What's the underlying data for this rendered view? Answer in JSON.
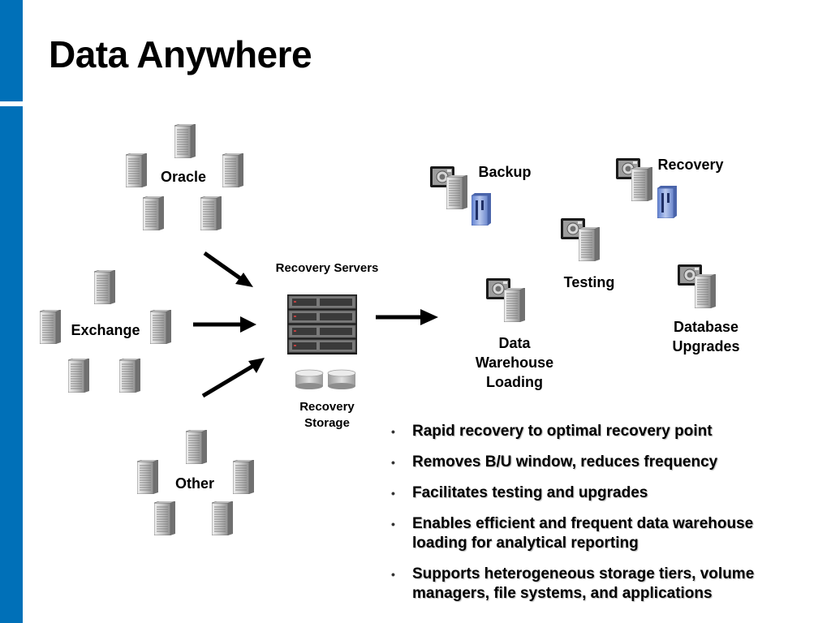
{
  "title": "Data Anywhere",
  "sources": {
    "oracle": "Oracle",
    "exchange": "Exchange",
    "other": "Other"
  },
  "center": {
    "servers_label": "Recovery Servers",
    "storage_label": "Recovery Storage"
  },
  "destinations": {
    "backup": "Backup",
    "recovery": "Recovery",
    "testing": "Testing",
    "data_warehouse": "Data Warehouse Loading",
    "database_upgrades": "Database Upgrades"
  },
  "bullets": [
    "Rapid recovery to optimal recovery point",
    "Removes B/U window, reduces frequency",
    "Facilitates testing and upgrades",
    "Enables efficient and frequent data warehouse loading for analytical reporting",
    "Supports heterogeneous storage tiers, volume managers, file systems, and applications"
  ],
  "colors": {
    "sidebar": "#0070b8",
    "tape": "#7b96d6"
  },
  "icons": [
    "server-icon",
    "server-rack-icon",
    "disk-icon",
    "camera-icon",
    "tape-library-icon",
    "arrow-icon"
  ]
}
